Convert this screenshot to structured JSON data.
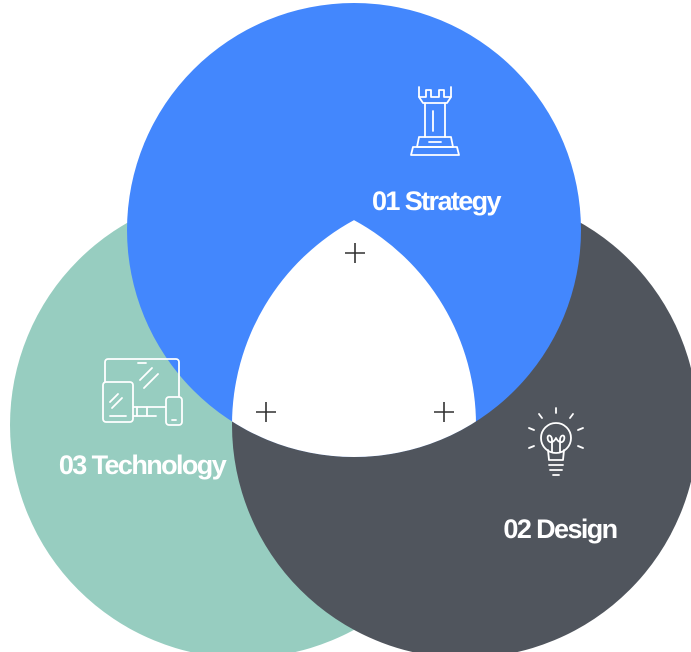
{
  "diagram": {
    "type": "venn",
    "colors": {
      "strategy": "#4387fd",
      "design": "#50555d",
      "technology": "#97cdc0",
      "intersection": "#ffffff",
      "cross": "#2e2e2e"
    },
    "sets": [
      {
        "key": "strategy",
        "label": "01 Strategy",
        "icon": "chess-rook-icon"
      },
      {
        "key": "design",
        "label": "02 Design",
        "icon": "light-bulb-icon"
      },
      {
        "key": "technology",
        "label": "03 Technology",
        "icon": "devices-icon"
      }
    ],
    "intersection_markers": [
      "+",
      "+",
      "+"
    ]
  }
}
